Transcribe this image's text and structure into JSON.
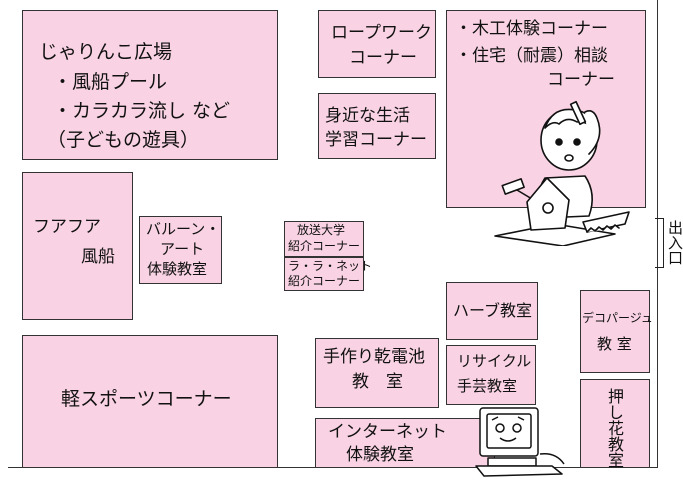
{
  "booths": {
    "jarinko": {
      "title": "じゃりんこ広場",
      "item1": "・風船プール",
      "item2": "・カラカラ流し など",
      "item3": "（子どもの遊具）"
    },
    "ropework": {
      "line1": "ロープワーク",
      "line2": "コーナー"
    },
    "mokko": {
      "line1": "・木工体験コーナー",
      "line2": "・住宅（耐震）相談",
      "line3": "コーナー"
    },
    "mijika": {
      "line1": "身近な生活",
      "line2": "学習コーナー"
    },
    "fuafua": {
      "line1": "フアフア",
      "line2": "風船"
    },
    "balloon_art": {
      "line1": "バルーン・",
      "line2": "アート",
      "line3": "体験教室"
    },
    "housou": {
      "line1": "放送大学",
      "line2": "紹介コーナー"
    },
    "lalanet": {
      "line1": "ラ・ラ・ネット",
      "line2": "紹介コーナー"
    },
    "herb": {
      "label": "ハーブ教室"
    },
    "decoupage": {
      "line1": "デコパージュ",
      "line2": "教 室"
    },
    "karusports": {
      "label": "軽スポーツコーナー"
    },
    "battery": {
      "line1": "手作り乾電池",
      "line2": "教　室"
    },
    "recycle": {
      "line1": "リサイクル",
      "line2": "手芸教室"
    },
    "internet": {
      "line1": "インターネット",
      "line2": "体験教室"
    },
    "oshibana": {
      "label": "押し花教室"
    }
  },
  "entrance": {
    "label": "出入口"
  },
  "icons": {
    "carpenter": "carpenter-illustration",
    "computer": "computer-illustration"
  },
  "colors": {
    "booth_fill": "#f9d3e3",
    "border": "#333333"
  }
}
